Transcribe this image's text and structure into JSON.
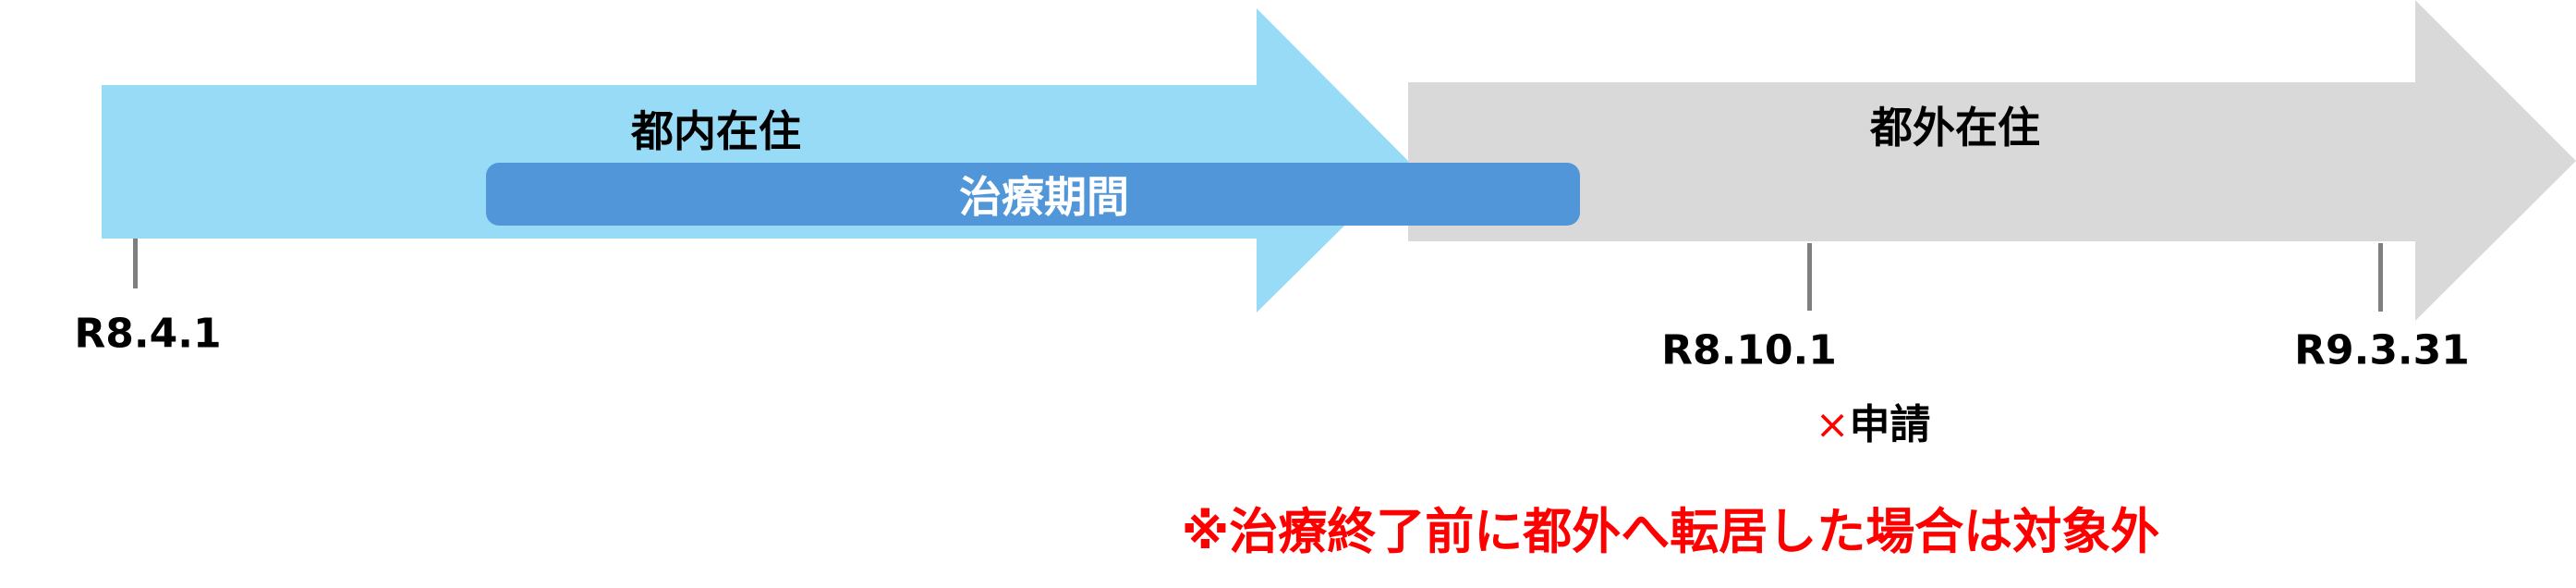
{
  "periods": {
    "in_tokyo": {
      "label": "都内在住",
      "color": "#97dbf7"
    },
    "outside_tokyo": {
      "label": "都外在住",
      "color": "#d9d9d9"
    },
    "treatment": {
      "label": "治療期間",
      "color": "#5096d9"
    }
  },
  "dates": {
    "start": "R8.4.1",
    "application": "R8.10.1",
    "end": "R9.3.31"
  },
  "application_note": {
    "mark": "×",
    "label": "申請"
  },
  "footnote": "※治療終了前に都外へ転居した場合は対象外",
  "colors": {
    "note": "#ff0000",
    "tick": "#7f7f7f"
  }
}
